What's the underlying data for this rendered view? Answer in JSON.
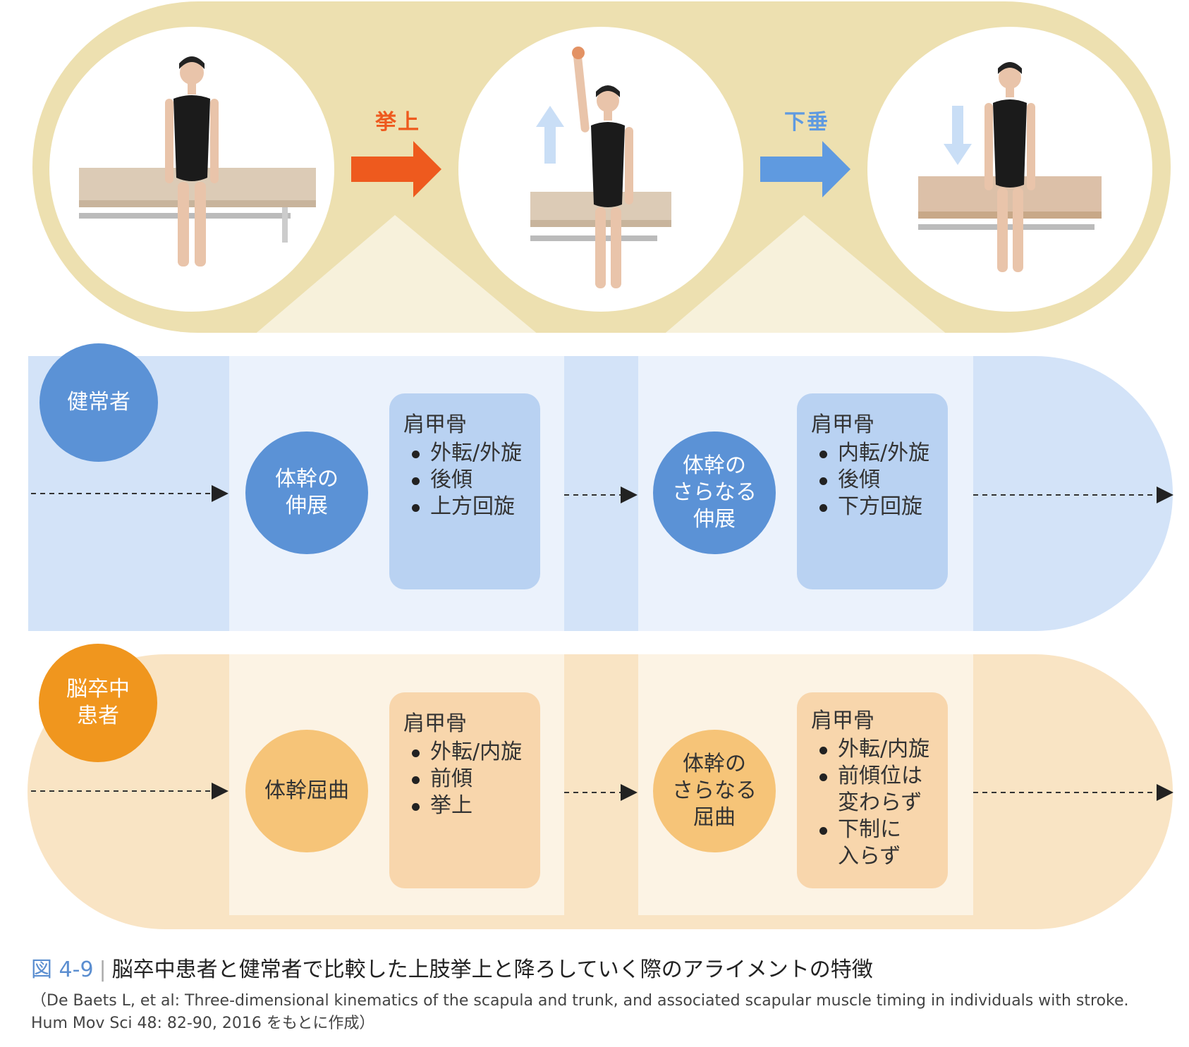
{
  "steps": {
    "raise_label": "挙上",
    "lower_label": "下垂"
  },
  "colors": {
    "band_tan": "#ede0b0",
    "healthy_band": "#d3e3f8",
    "healthy_circle": "#5b92d6",
    "stroke_band": "#f9e4c4",
    "stroke_circle": "#f0961e",
    "raise_arrow": "#ee5a1e",
    "lower_arrow": "#5f9ae0"
  },
  "healthy": {
    "label": "健常者",
    "phase1": {
      "lines": [
        "体幹の",
        "伸展"
      ]
    },
    "box1": {
      "title": "肩甲骨",
      "items": [
        "外転/外旋",
        "後傾",
        "上方回旋"
      ]
    },
    "phase2": {
      "lines": [
        "体幹の",
        "さらなる",
        "伸展"
      ]
    },
    "box2": {
      "title": "肩甲骨",
      "items": [
        "内転/外旋",
        "後傾",
        "下方回旋"
      ]
    }
  },
  "stroke": {
    "label_lines": [
      "脳卒中",
      "患者"
    ],
    "phase1": {
      "lines": [
        "体幹屈曲"
      ]
    },
    "box1": {
      "title": "肩甲骨",
      "items": [
        "外転/内旋",
        "前傾",
        "挙上"
      ]
    },
    "phase2": {
      "lines": [
        "体幹の",
        "さらなる",
        "屈曲"
      ]
    },
    "box2": {
      "title": "肩甲骨",
      "items": [
        "外転/内旋",
        "前傾位は\n変わらず",
        "下制に\n入らず"
      ]
    }
  },
  "caption": {
    "figure_no": "図 4-9",
    "title": "脳卒中患者と健常者で比較した上肢挙上と降ろしていく際のアライメントの特徴",
    "source": "（De Baets L, et al: Three-dimensional kinematics of the scapula and trunk, and associated scapular muscle timing in individuals with stroke. Hum Mov Sci 48: 82-90, 2016 をもとに作成）"
  }
}
